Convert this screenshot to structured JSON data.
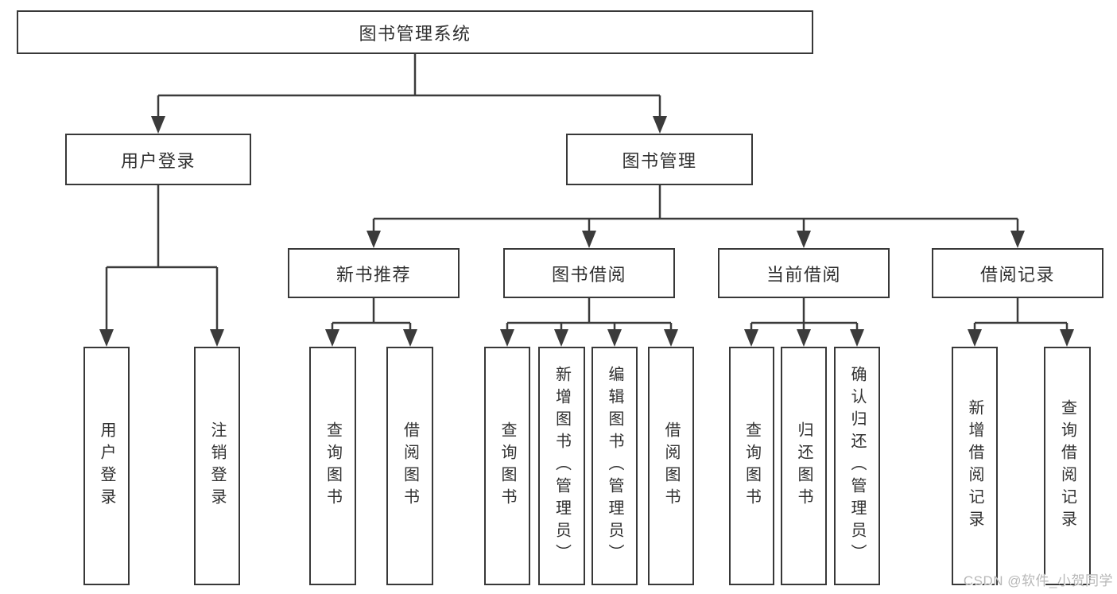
{
  "diagram": {
    "title": "图书管理系统",
    "root": {
      "label": "图书管理系统"
    },
    "level2": [
      {
        "label": "用户登录"
      },
      {
        "label": "图书管理"
      }
    ],
    "level3": [
      {
        "label": "新书推荐",
        "parent": "图书管理"
      },
      {
        "label": "图书借阅",
        "parent": "图书管理"
      },
      {
        "label": "当前借阅",
        "parent": "图书管理"
      },
      {
        "label": "借阅记录",
        "parent": "图书管理"
      }
    ],
    "leaves": [
      {
        "label": "用户登录",
        "parent": "用户登录"
      },
      {
        "label": "注销登录",
        "parent": "用户登录"
      },
      {
        "label": "查询图书",
        "parent": "新书推荐"
      },
      {
        "label": "借阅图书",
        "parent": "新书推荐"
      },
      {
        "label": "查询图书",
        "parent": "图书借阅"
      },
      {
        "label": "新增图书（管理员）",
        "parent": "图书借阅"
      },
      {
        "label": "编辑图书（管理员）",
        "parent": "图书借阅"
      },
      {
        "label": "借阅图书",
        "parent": "图书借阅"
      },
      {
        "label": "查询图书",
        "parent": "当前借阅"
      },
      {
        "label": "归还图书",
        "parent": "当前借阅"
      },
      {
        "label": "确认归还（管理员）",
        "parent": "当前借阅"
      },
      {
        "label": "新增借阅记录",
        "parent": "借阅记录"
      },
      {
        "label": "查询借阅记录",
        "parent": "借阅记录"
      }
    ],
    "watermark": "CSDN @软件_小贺同学",
    "colors": {
      "line": "#3b3b3b",
      "box_border": "#383838",
      "text": "#303030",
      "background": "#ffffff",
      "watermark": "#b8b8b8"
    }
  }
}
